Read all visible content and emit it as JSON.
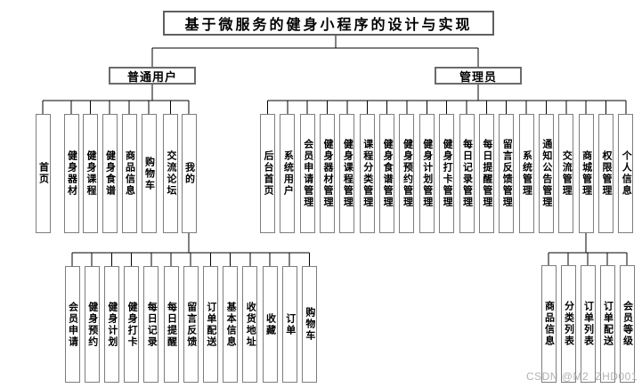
{
  "title": "基于微服务的健身小程序的设计与实现",
  "watermark": "CSDN @M2_ZHD001",
  "colors": {
    "background": "#ffffff",
    "box_border": "#7d7d7d",
    "frame_border": "#5f5f5f",
    "connector_line": "#000000",
    "text": "#000000",
    "watermark_text": "#a5a5a5"
  },
  "tree": {
    "root": {
      "label": "基于微服务的健身小程序的设计与实现"
    },
    "branches": [
      {
        "label": "普通用户",
        "children": [
          "首页",
          "健身器材",
          "健身课程",
          "健身食谱",
          "商品信息",
          "购物车",
          "交流论坛",
          "我的"
        ]
      },
      {
        "label": "管理员",
        "children": [
          "后台首页",
          "系统用户",
          "会员申请管理",
          "健身器材管理",
          "健身课程管理",
          "课程分类管理",
          "健身食谱管理",
          "健身预约管理",
          "健身计划管理",
          "健身打卡管理",
          "每日记录管理",
          "每日提醒管理",
          "留言反馈管理",
          "系统管理",
          "通知公告管理",
          "交流管理",
          "商城管理",
          "权限管理",
          "个人信息"
        ]
      }
    ],
    "sub_branches": [
      {
        "parent": "我的",
        "children": [
          "会员申请",
          "健身预约",
          "健身计划",
          "健身打卡",
          "每日记录",
          "每日提醒",
          "留言反馈",
          "订单配送",
          "基本信息",
          "收货地址",
          "收藏",
          "订单",
          "购物车"
        ]
      },
      {
        "parent": "商城管理",
        "children": [
          "商品信息",
          "分类列表",
          "订单列表",
          "订单配送",
          "会员等级"
        ]
      }
    ]
  }
}
